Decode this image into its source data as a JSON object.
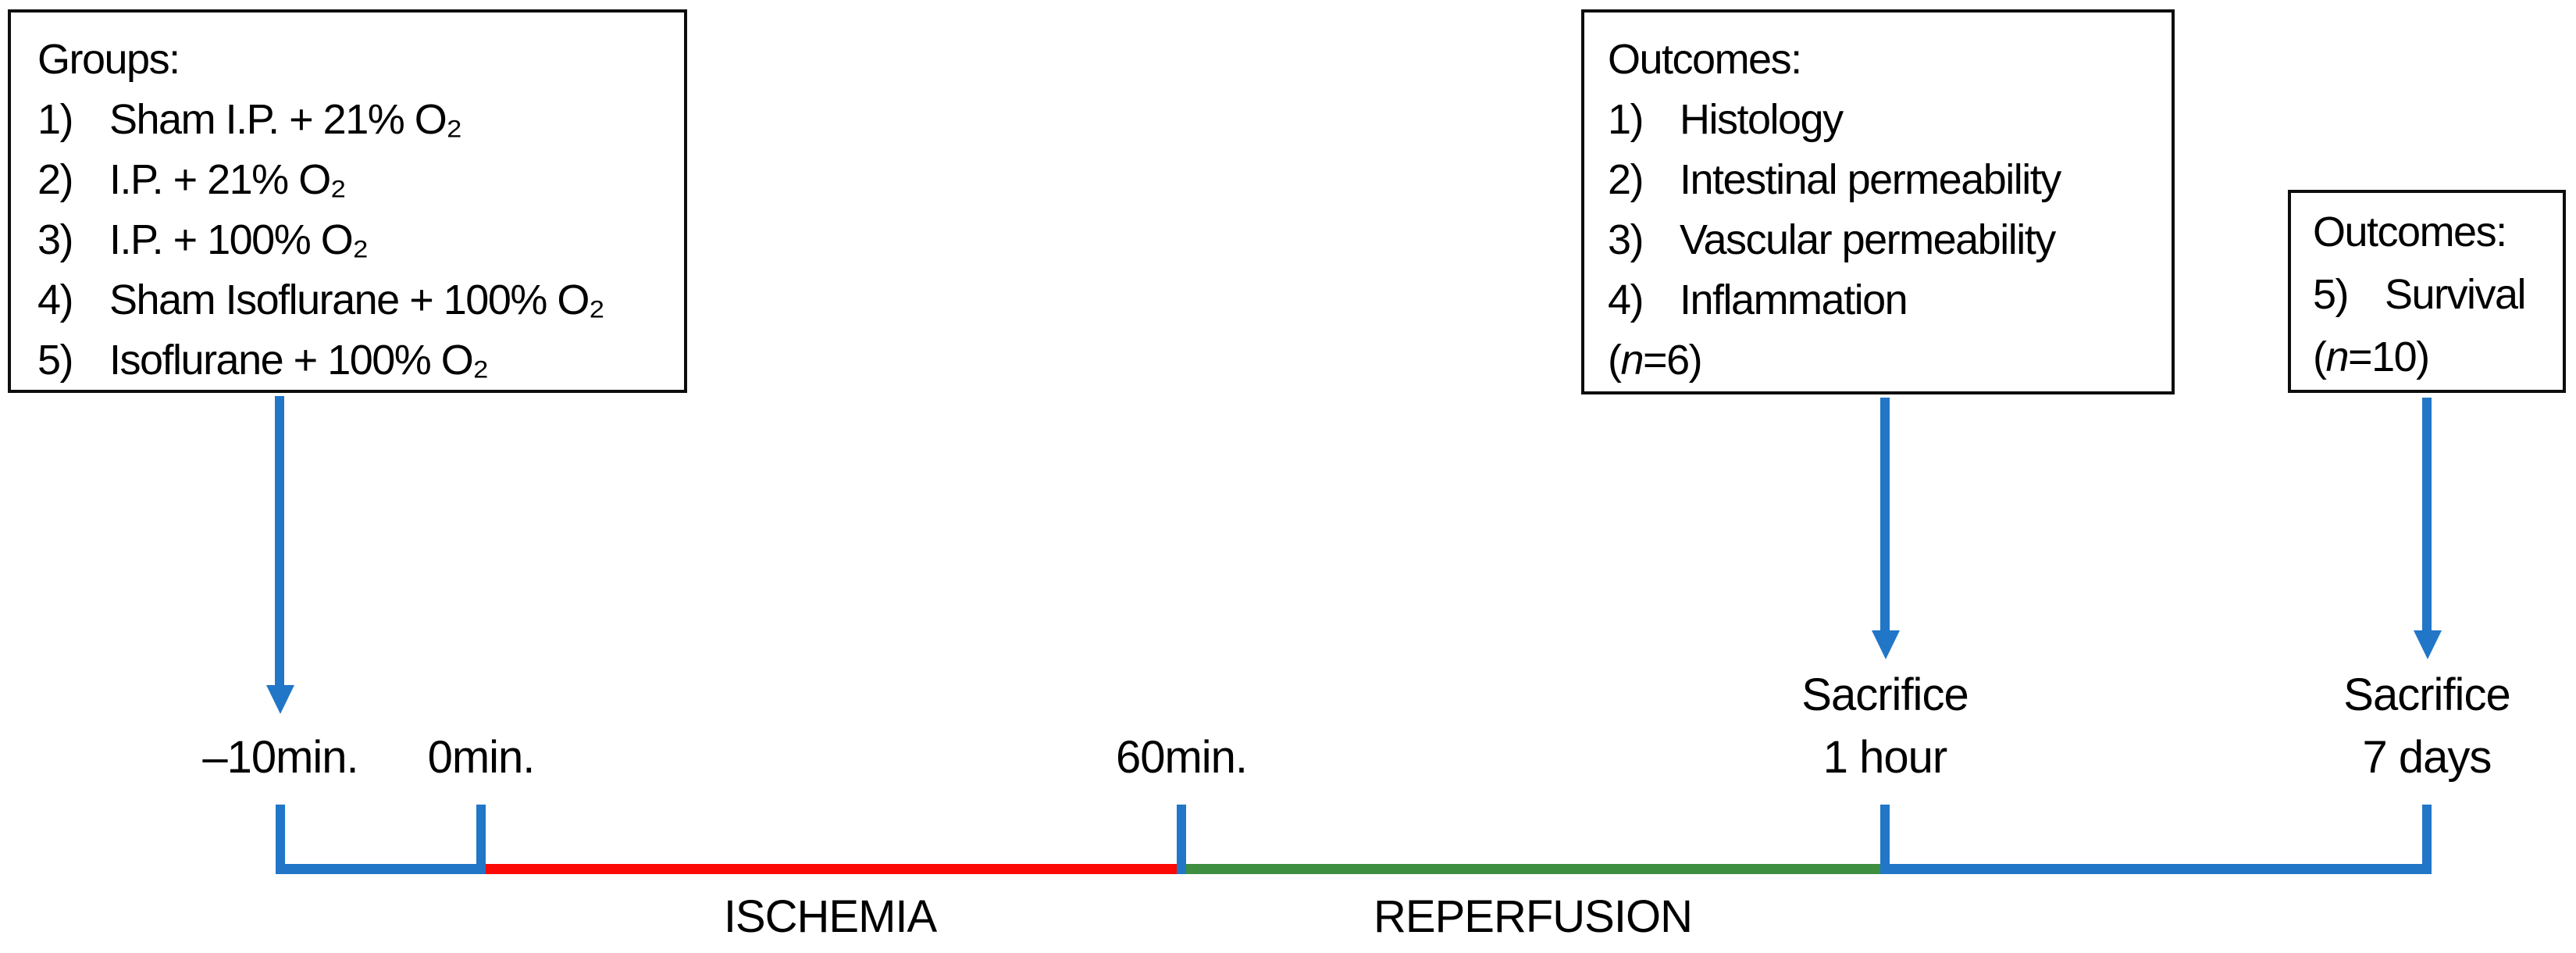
{
  "diagram": {
    "groups_box": {
      "title": "Groups:",
      "items": [
        {
          "num": "1)",
          "label": "Sham I.P. + 21% O₂"
        },
        {
          "num": "2)",
          "label": "I.P. + 21% O₂"
        },
        {
          "num": "3)",
          "label": "I.P. + 100% O₂"
        },
        {
          "num": "4)",
          "label": "Sham Isoflurane + 100% O₂"
        },
        {
          "num": "5)",
          "label": "Isoflurane + 100% O₂"
        }
      ]
    },
    "outcomes_box_1": {
      "title": "Outcomes:",
      "items": [
        {
          "num": "1)",
          "label": "Histology"
        },
        {
          "num": "2)",
          "label": "Intestinal permeability"
        },
        {
          "num": "3)",
          "label": "Vascular permeability"
        },
        {
          "num": "4)",
          "label": "Inflammation"
        }
      ],
      "n_note": {
        "open": "(",
        "var": "n",
        "rest": "=6)"
      }
    },
    "outcomes_box_2": {
      "title": "Outcomes:",
      "items": [
        {
          "num": "5)",
          "label": "Survival"
        }
      ],
      "n_note": {
        "open": "(",
        "var": "n",
        "rest": "=10)"
      }
    },
    "timeline": {
      "tick_labels": [
        "–10min.",
        "0min.",
        "60min."
      ],
      "sacrifice_1": {
        "line1": "Sacrifice",
        "line2": "1 hour"
      },
      "sacrifice_2": {
        "line1": "Sacrifice",
        "line2": "7 days"
      },
      "phases": {
        "ischemia": "ISCHEMIA",
        "reperfusion": "REPERFUSION"
      }
    },
    "colors": {
      "arrow_blue": "#2176C8",
      "ischemia_red": "#FB0905",
      "reperfusion_green": "#3E8E41",
      "box_border_black": "#0D0D0D"
    }
  }
}
